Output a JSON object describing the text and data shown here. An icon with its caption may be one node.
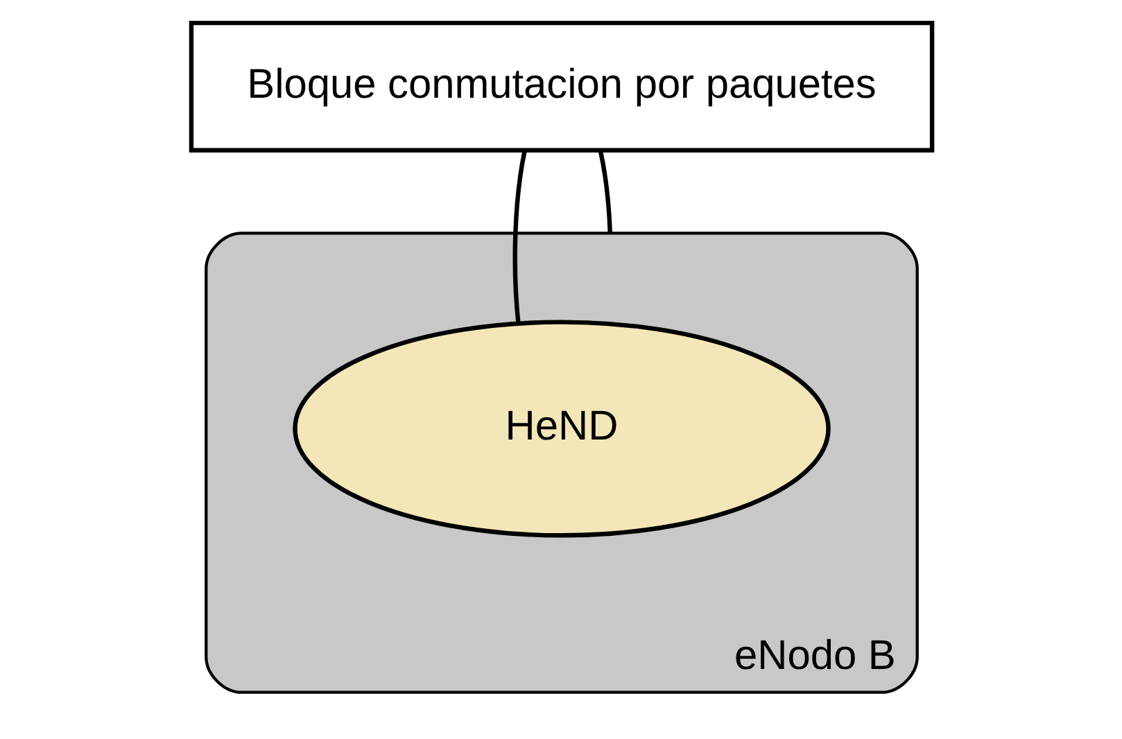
{
  "diagram": {
    "nodes": [
      {
        "text": [
          "Bloque conmutacion por paquetes"
        ]
      },
      {
        "text": [
          "eNodo B"
        ]
      },
      {
        "text": [
          "HeND"
        ],
        "in": 1
      }
    ],
    "edges": [
      {
        "from": 0,
        "to": 2,
        "arrow": "none"
      },
      {
        "from": 0,
        "to": 1,
        "arrow": "none"
      }
    ]
  }
}
